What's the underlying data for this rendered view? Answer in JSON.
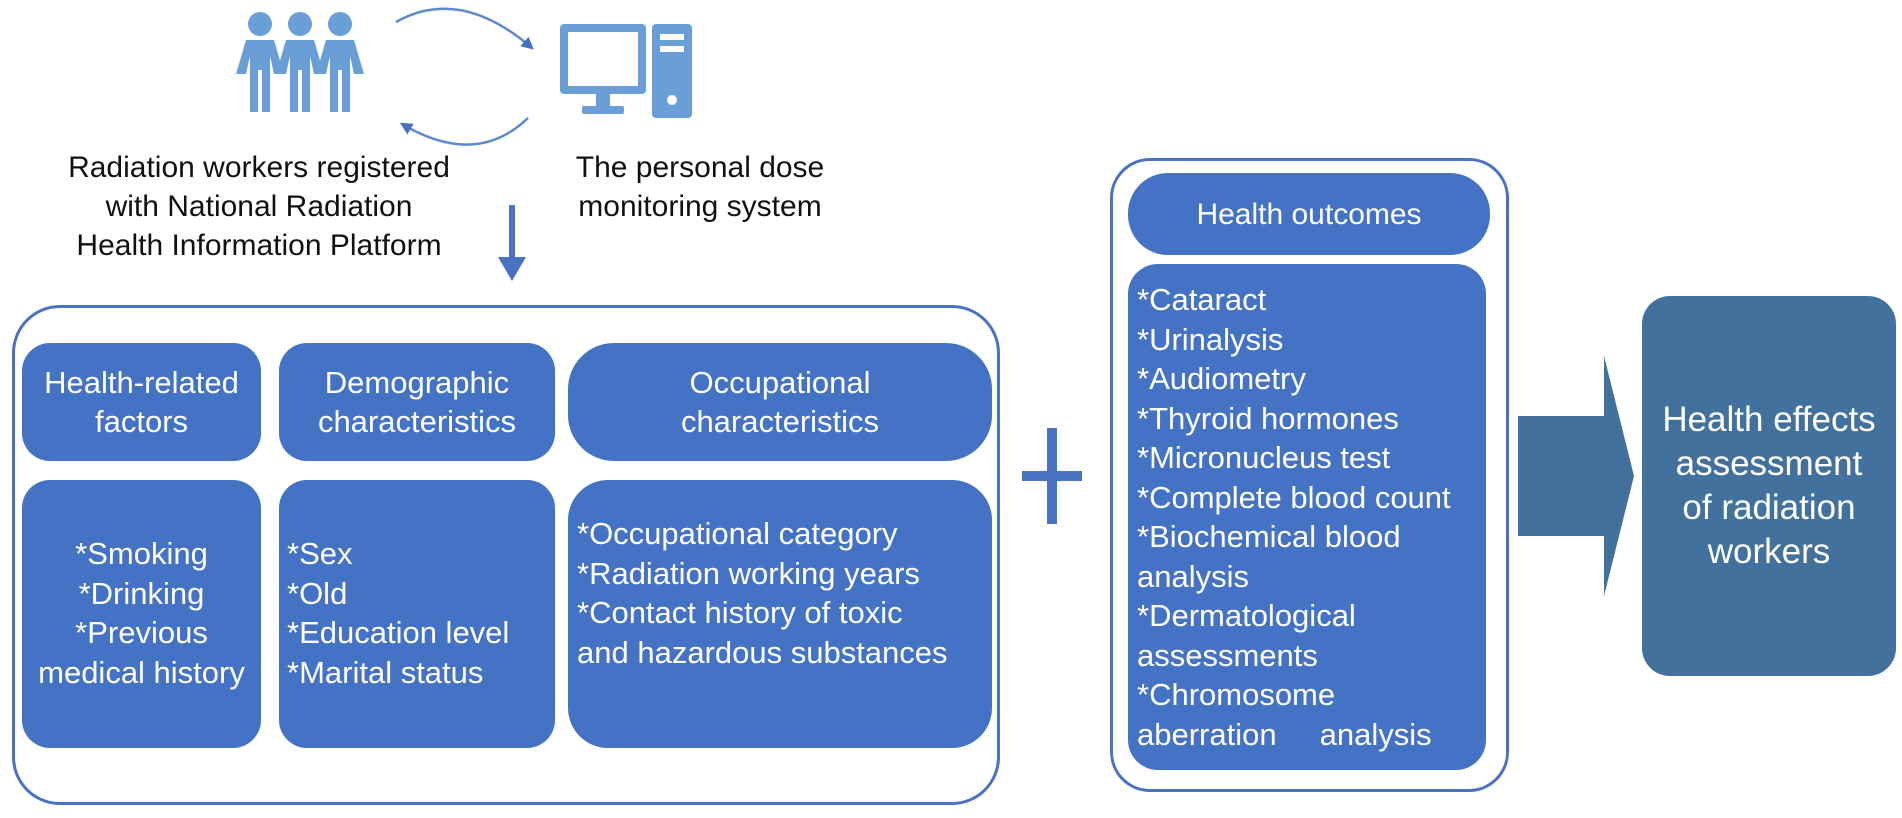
{
  "sources": {
    "workers_label": [
      "Radiation workers registered",
      "with  National Radiation",
      "Health Information Platform"
    ],
    "system_label": [
      "The personal dose",
      "monitoring system"
    ]
  },
  "factor_groups": [
    {
      "title": [
        "Health-related",
        "factors"
      ],
      "items": [
        "*Smoking",
        "*Drinking",
        "*Previous",
        "medical history"
      ]
    },
    {
      "title": [
        "Demographic",
        "characteristics"
      ],
      "items": [
        "*Sex",
        "*Old",
        "*Education level",
        "*Marital status"
      ]
    },
    {
      "title": [
        "Occupational",
        "characteristics"
      ],
      "items": [
        "*Occupational category",
        "*Radiation working years",
        "*Contact history of toxic",
        "and hazardous substances"
      ]
    }
  ],
  "plus_symbol": "+",
  "outcomes": {
    "title": "Health outcomes",
    "items": [
      "*Cataract",
      "*Urinalysis",
      "*Audiometry",
      "*Thyroid hormones",
      "*Micronucleus test",
      "*Complete blood count",
      "*Biochemical blood",
      "analysis",
      "*Dermatological",
      "assessments",
      "*Chromosome",
      "aberration     analysis"
    ]
  },
  "result": [
    "Health effects",
    "assessment",
    "of radiation",
    "workers"
  ],
  "colors": {
    "box_fill": "#4472c4",
    "frame_stroke": "#4a72c4",
    "result_fill": "#41719c",
    "icon_fill": "#6a9ed6",
    "arrow_fill": "#41719c"
  }
}
